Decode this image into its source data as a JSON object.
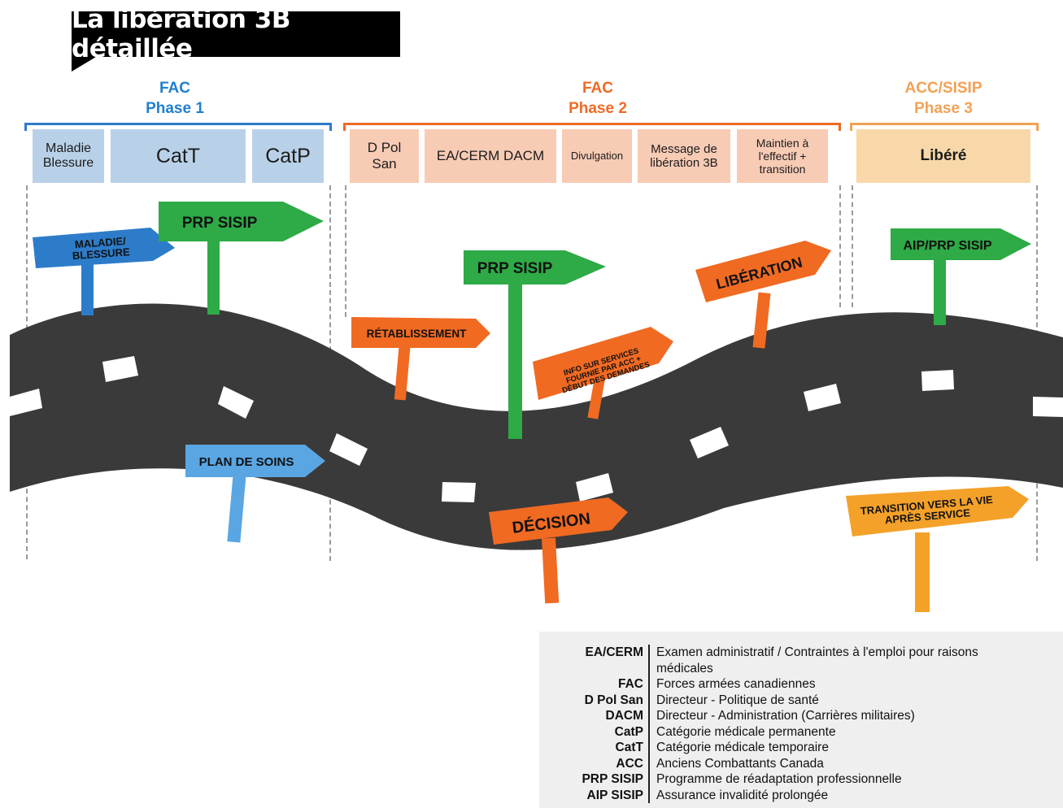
{
  "title": "La libération 3B détaillée",
  "phases": [
    {
      "org": "FAC",
      "phase": "Phase 1",
      "color": "#1f7fd0"
    },
    {
      "org": "FAC",
      "phase": "Phase 2",
      "color": "#ef6a25"
    },
    {
      "org": "ACC/SISIP",
      "phase": "Phase 3",
      "color": "#f2a154"
    }
  ],
  "stages": {
    "phase1": [
      "Maladie\nBlessure",
      "CatT",
      "CatP"
    ],
    "phase2": [
      "D Pol\nSan",
      "EA/CERM DACM",
      "Divulgation",
      "Message de\nlibération 3B",
      "Maintien à\nl'effectif +\ntransition"
    ],
    "phase3": [
      "Libéré"
    ]
  },
  "signs": {
    "maladie": "MALADIE/\nBLESSURE",
    "prp1": "PRP SISIP",
    "plan": "PLAN DE SOINS",
    "retab": "RÉTABLISSEMENT",
    "prp2": "PRP SISIP",
    "info": "INFO SUR SERVICES\nFOURNIE PAR ACC +\nDÉBUT DES DEMANDES",
    "decision": "DÉCISION",
    "liberation": "LIBÉRATION",
    "aip": "AIP/PRP SISIP",
    "transition": "TRANSITION VERS LA VIE\nAPRÈS SERVICE"
  },
  "colors": {
    "blue_dark": "#2d7cc9",
    "blue_light": "#5aa6e3",
    "green": "#2eaa46",
    "orange": "#f06a22",
    "orange_light": "#f4a12a",
    "road": "#3a3a3a"
  },
  "legend": [
    {
      "abbr": "EA/CERM",
      "def": "Examen administratif / Contraintes à l'emploi pour raisons médicales"
    },
    {
      "abbr": "FAC",
      "def": "Forces armées canadiennes"
    },
    {
      "abbr": "D Pol San",
      "def": "Directeur - Politique de santé"
    },
    {
      "abbr": "DACM",
      "def": "Directeur - Administration (Carrières militaires)"
    },
    {
      "abbr": "CatP",
      "def": "Catégorie médicale permanente"
    },
    {
      "abbr": "CatT",
      "def": "Catégorie médicale temporaire"
    },
    {
      "abbr": "ACC",
      "def": "Anciens Combattants Canada"
    },
    {
      "abbr": "PRP SISIP",
      "def": "Programme de réadaptation professionnelle"
    },
    {
      "abbr": "AIP SISIP",
      "def": "Assurance invalidité prolongée"
    }
  ]
}
